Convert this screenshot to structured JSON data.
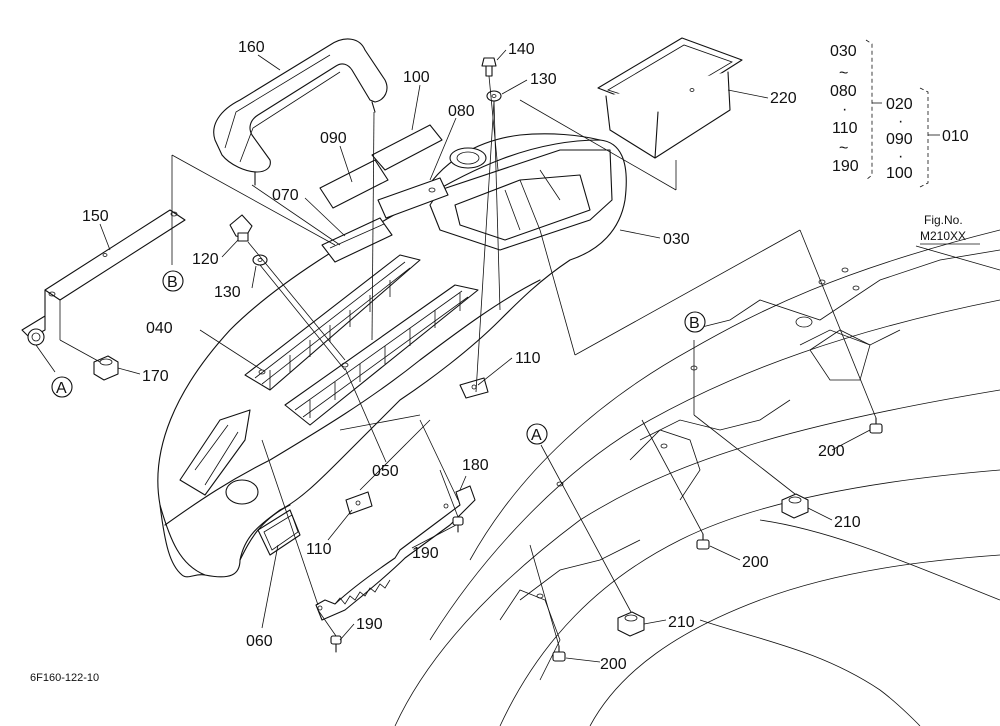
{
  "diagram": {
    "part_labels": {
      "p160": "160",
      "p100": "100",
      "p090": "090",
      "p080": "080",
      "p070": "070",
      "p150": "150",
      "p120": "120",
      "p130a": "130",
      "p130b": "130",
      "p140": "140",
      "p220": "220",
      "p030": "030",
      "p040": "040",
      "p050": "050",
      "p060": "060",
      "p110a": "110",
      "p110b": "110",
      "p170": "170",
      "p180": "180",
      "p190a": "190",
      "p190b": "190",
      "p200a": "200",
      "p200b": "200",
      "p200c": "200",
      "p210a": "210",
      "p210b": "210"
    },
    "callouts": {
      "a_left": "A",
      "b_left": "B",
      "a_right": "A",
      "b_right": "B"
    },
    "legend": {
      "l030": "030",
      "tilde1": "~",
      "l080": "080",
      "dot1": "·",
      "l110": "110",
      "tilde2": "~",
      "l190": "190",
      "l020": "020",
      "l090": "090",
      "dot2": "·",
      "dot3": "·",
      "l100": "100",
      "l010": "010"
    },
    "fig_ref": {
      "label": "Fig.No.",
      "number": "M210XX"
    },
    "drawing_id": "6F160-122-10"
  }
}
